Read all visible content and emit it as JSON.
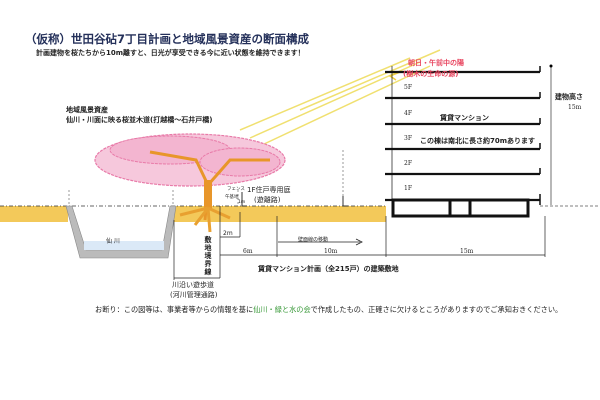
{
  "title": "（仮称）世田谷砧7丁目計画と地域風景資産の断面構成",
  "subtitle": "計画建物を桜たちから10m離すと、日光が享受できる今に近い状態を維持できます！",
  "sun": {
    "line1": "朝日・午前中の陽",
    "line2": "(樹木の生命の源)"
  },
  "heritage": {
    "line1": "地域風景資産",
    "line2": "仙川・川面に映る桜並木道(打越橋～石井戸橋)"
  },
  "building": {
    "name": "賃貸マンション",
    "note": "この棟は南北に長さ約70mあります",
    "floors": [
      "5F",
      "4F",
      "3F",
      "2F",
      "1F"
    ],
    "height_label": "建物高さ",
    "height_value": "15m"
  },
  "labels": {
    "fence": "フェンス",
    "fence_height": "午基地",
    "garden1": "1F住戸専用庭",
    "garden2": "(遊離路)",
    "river": "仙 川",
    "boundary": "敷地境界線",
    "promenade1": "川沿い遊歩道",
    "promenade2": "(河川管理通路)",
    "wall_move": "壁面線の移動",
    "site": "賃貸マンション計画（全215戸）の建築敷地",
    "dim_2m": "2m",
    "dim_6m": "6m",
    "dim_10m": "10m",
    "dim_15m": "15m",
    "dim_1m": "1m"
  },
  "footnote": {
    "before": "お断り：この図等は、事業者等からの情報を基に",
    "highlight": "仙川・緑と水の会",
    "after": "で作成したもの、正確さに欠けるところがありますのでご承知おきください。"
  },
  "colors": {
    "ground": "#f3c95a",
    "blossom": "#e87aa8",
    "trunk": "#e8962a",
    "sun": "#f2e27a",
    "water": "#dbe9f7"
  }
}
